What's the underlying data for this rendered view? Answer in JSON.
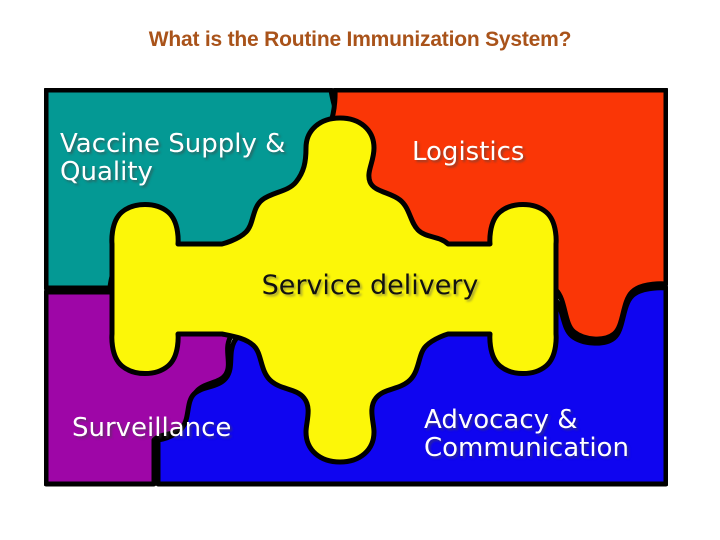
{
  "slide": {
    "title": "What is the Routine Immunization System?",
    "background_color": "#ffffff",
    "title_color": "#a9531a"
  },
  "diagram": {
    "type": "jigsaw-puzzle",
    "name": "routine-immunization-system-puzzle",
    "outline_color": "#000000",
    "pieces": [
      {
        "id": "vaccine-supply-quality",
        "label": "Vaccine Supply &\nQuality",
        "position": "top-left",
        "color": "#049994",
        "text_color": "#ffffff"
      },
      {
        "id": "logistics",
        "label": "Logistics",
        "position": "top-right",
        "color": "#fa3606",
        "text_color": "#ffffff"
      },
      {
        "id": "surveillance",
        "label": "Surveillance",
        "position": "bottom-left",
        "color": "#9e06a7",
        "text_color": "#ffffff"
      },
      {
        "id": "advocacy-communication",
        "label": "Advocacy &\nCommunication",
        "position": "bottom-right",
        "color": "#0f05f0",
        "text_color": "#ffffff"
      },
      {
        "id": "service-delivery",
        "label": "Service delivery",
        "position": "center",
        "color": "#fcf708",
        "text_color": "#111111"
      }
    ]
  }
}
